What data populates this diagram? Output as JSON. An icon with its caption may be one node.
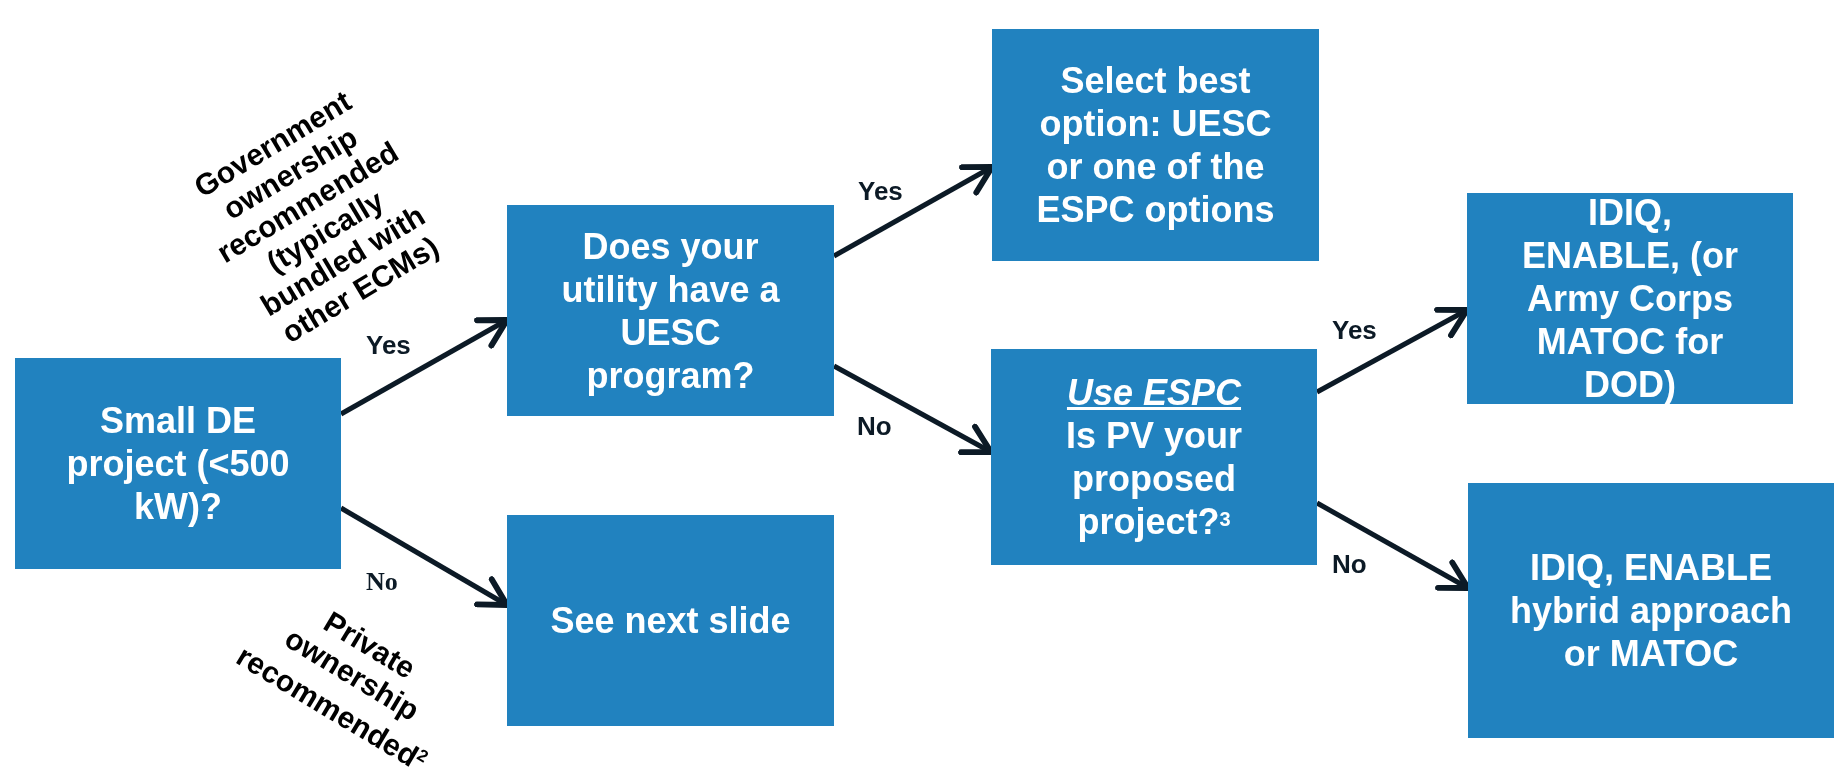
{
  "diagram": {
    "nodes": [
      {
        "text": [
          "Small DE project (<500 kW)?"
        ]
      },
      {
        "text": [
          "Does your utility have a UESC program?"
        ]
      },
      {
        "text": [
          "See next slide"
        ]
      },
      {
        "text": [
          "Select best option: UESC or one of the ESPC options"
        ]
      },
      {
        "text": [
          "Use ESPC",
          "Is PV your proposed project?$^{3}$"
        ]
      },
      {
        "text": [
          "IDIQ, ENABLE, (or Army Corps MATOC for DOD)"
        ]
      },
      {
        "text": [
          "IDIQ, ENABLE hybrid approach or MATOC"
        ]
      }
    ],
    "edges": [
      {
        "from": 0,
        "to": 1,
        "arrow": "to",
        "label": "Yes"
      },
      {
        "from": 0,
        "to": 2,
        "arrow": "to",
        "label": "No"
      },
      {
        "from": 1,
        "to": 3,
        "arrow": "to",
        "label": "Yes"
      },
      {
        "from": 1,
        "to": 4,
        "arrow": "to",
        "label": "No"
      },
      {
        "from": 4,
        "to": 5,
        "arrow": "to",
        "label": "Yes"
      },
      {
        "from": 4,
        "to": 6,
        "arrow": "to",
        "label": "No"
      }
    ],
    "labels": [
      "Government ownership recommended (typically bundled with other ECMs)",
      "Private ownership recommended$^{2}$"
    ]
  }
}
